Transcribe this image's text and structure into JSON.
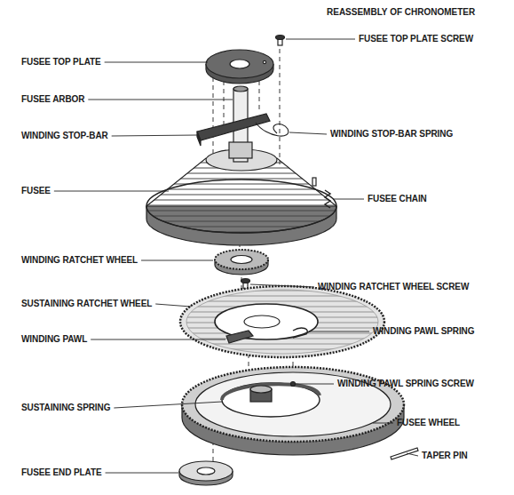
{
  "diagram": {
    "title": "REASSEMBLY OF CHRONOMETER",
    "labels": [
      "FUSEE TOP PLATE SCREW",
      "FUSEE TOP PLATE",
      "FUSEE ARBOR",
      "WINDING STOP-BAR SPRING",
      "WINDING STOP-BAR",
      "FUSEE",
      "FUSEE CHAIN",
      "WINDING RATCHET WHEEL",
      "WINDING RATCHET WHEEL SCREW",
      "SUSTAINING RATCHET WHEEL",
      "WINDING PAWL SPRING",
      "WINDING PAWL",
      "WINDING PAWL SPRING SCREW",
      "SUSTAINING SPRING",
      "FUSEE WHEEL",
      "TAPER PIN",
      "FUSEE END PLATE"
    ]
  }
}
